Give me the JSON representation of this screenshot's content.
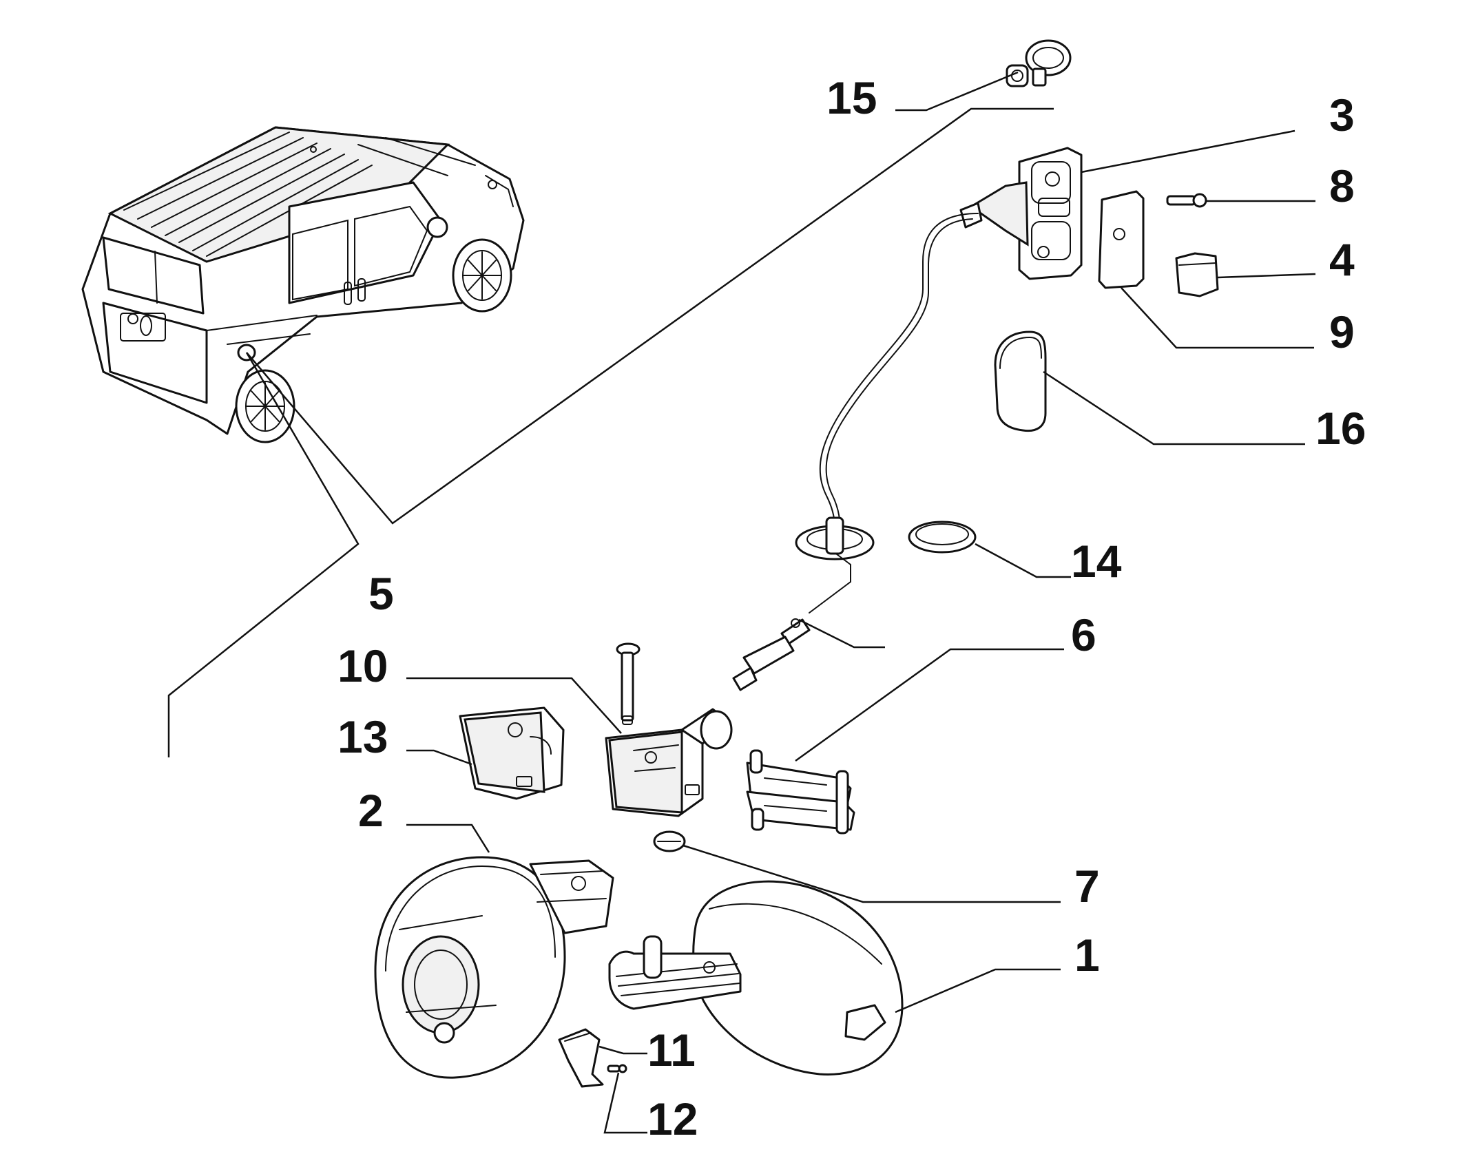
{
  "diagram": {
    "colors": {
      "line": "#111111",
      "background": "#ffffff"
    },
    "callouts": [
      {
        "id": "15",
        "label": "15"
      },
      {
        "id": "3",
        "label": "3"
      },
      {
        "id": "8",
        "label": "8"
      },
      {
        "id": "4",
        "label": "4"
      },
      {
        "id": "9",
        "label": "9"
      },
      {
        "id": "16",
        "label": "16"
      },
      {
        "id": "14",
        "label": "14"
      },
      {
        "id": "5",
        "label": "5"
      },
      {
        "id": "6",
        "label": "6"
      },
      {
        "id": "10",
        "label": "10"
      },
      {
        "id": "13",
        "label": "13"
      },
      {
        "id": "2",
        "label": "2"
      },
      {
        "id": "7",
        "label": "7"
      },
      {
        "id": "1",
        "label": "1"
      },
      {
        "id": "11",
        "label": "11"
      },
      {
        "id": "12",
        "label": "12"
      }
    ]
  }
}
